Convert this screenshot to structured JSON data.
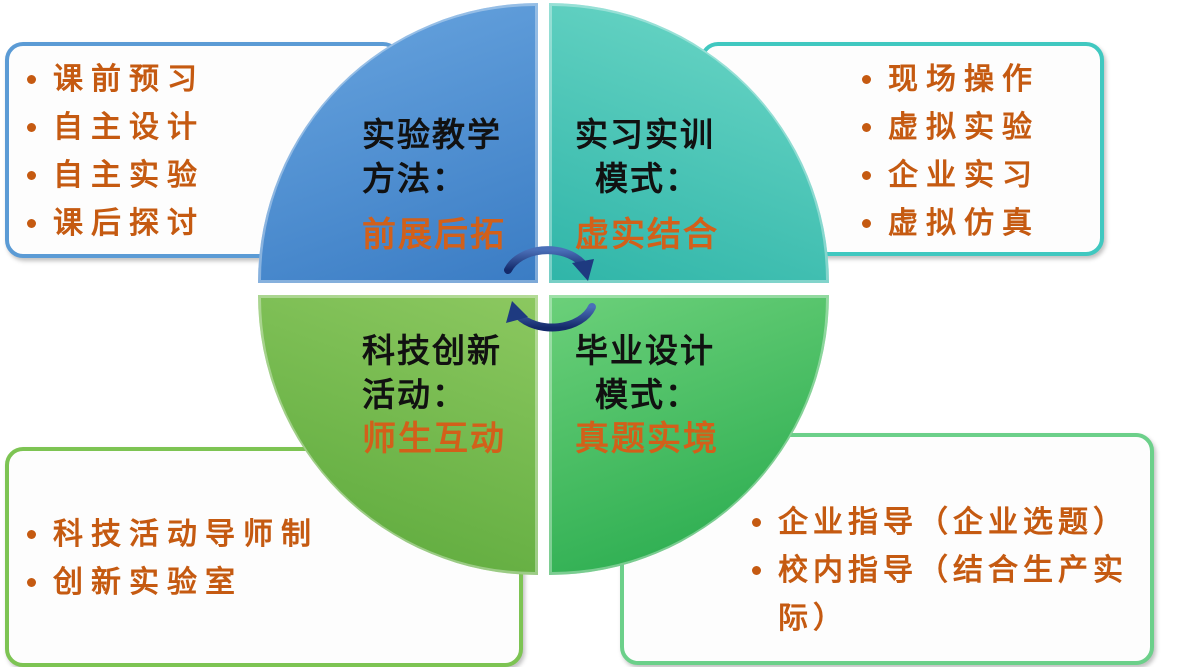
{
  "quadrants": [
    {
      "title1": "实验教学",
      "title2": "方法：",
      "subtitle": "前展后拓",
      "color": "#4a88cc"
    },
    {
      "title1": "实习实训",
      "title2": "模式：",
      "subtitle": "虚实结合",
      "color": "#38c0b0"
    },
    {
      "title1": "科技创新",
      "title2": "活动：",
      "subtitle": "师生互动",
      "color": "#6cb443"
    },
    {
      "title1": "毕业设计",
      "title2": "模式：",
      "subtitle": "真题实境",
      "color": "#3cb85a"
    }
  ],
  "boxes": {
    "top_left": [
      "课前预习",
      "自主设计",
      "自主实验",
      "课后探讨"
    ],
    "top_right": [
      "现场操作",
      "虚拟实验",
      "企业实习",
      "虚拟仿真"
    ],
    "bottom_left": [
      "科技活动导师制",
      "创新实验室"
    ],
    "bottom_right": [
      "企业指导（企业选题）",
      "校内指导（结合生产实际）"
    ]
  }
}
